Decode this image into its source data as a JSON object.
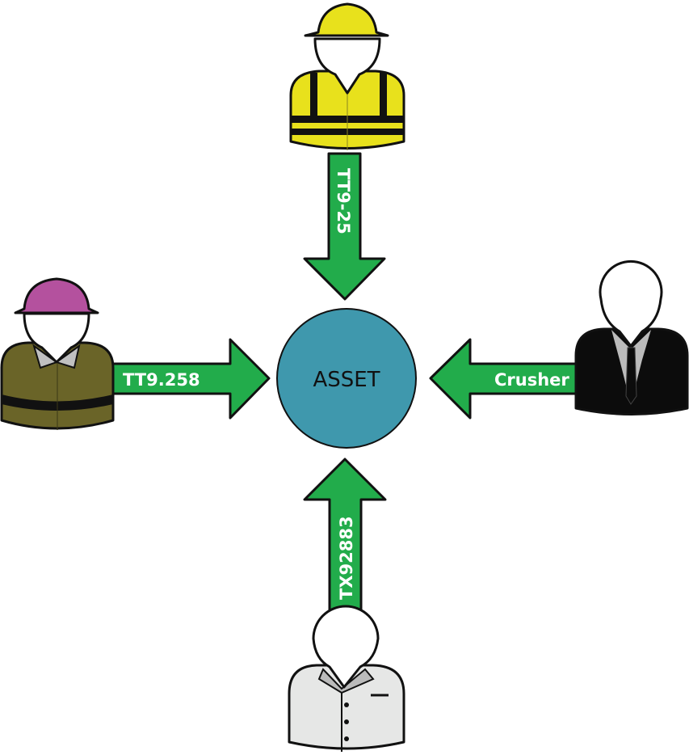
{
  "diagram": {
    "center": {
      "label": "ASSET",
      "color": "#3f98ad"
    },
    "arrow_color": "#22ac4b",
    "nodes": [
      {
        "id": "top",
        "role": "site-worker-yellow-vest",
        "label": "TT9-25",
        "helmet_color": "#e8e11c",
        "body_color": "#e8e11c",
        "direction": "down"
      },
      {
        "id": "left",
        "role": "site-worker-olive",
        "label": "TT9.258",
        "helmet_color": "#b4519e",
        "body_color": "#6a6428",
        "direction": "right"
      },
      {
        "id": "right",
        "role": "businessman-suit",
        "label": "Crusher",
        "body_color": "#0c0c0c",
        "direction": "left"
      },
      {
        "id": "bottom",
        "role": "lab-coat-person",
        "label": "TX92883",
        "body_color": "#e6e7e6",
        "direction": "up"
      }
    ]
  }
}
